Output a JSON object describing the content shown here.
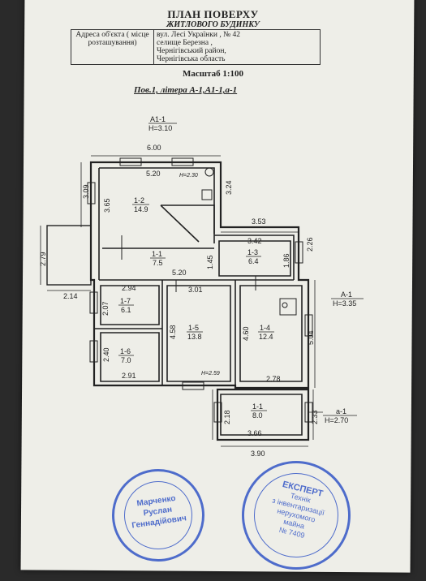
{
  "header": {
    "title": "ПЛАН ПОВЕРХУ",
    "subtitle": "ЖИТЛОВОГО БУДИНКУ",
    "address_label": "Адреса об'єкта ( місце розташування)",
    "address_lines": [
      "вул. Лесі Українки , № 42",
      "селище Березна ,",
      "Чернігівський район,",
      "Чернігівська область"
    ],
    "scale": "Масштаб 1:100",
    "floor": "Пов.1,  літера А-1,А1-1,а-1"
  },
  "plan": {
    "labels": {
      "a1_top": "А1-1",
      "a1_top_h": "Н=3.10",
      "a_right": "А-1",
      "a_right_h": "Н=3.35",
      "a_small": "а-1",
      "a_small_h": "Н=2.70"
    },
    "dimensions": {
      "top": "6.00",
      "left_upper": "3.09",
      "left_inner": "3.65",
      "inner_520a": "5.20",
      "h230": "Н=2.30",
      "right_324": "3.24",
      "right_353": "3.53",
      "r342": "3.42",
      "r226": "2.26",
      "r186": "1.86",
      "r145": "1.45",
      "inner_520b": "5.20",
      "porch_279": "2.79",
      "porch_214": "2.14",
      "d294": "2.94",
      "d301": "3.01",
      "d207": "2.07",
      "d458": "4.58",
      "d460": "4.60",
      "d504": "5.04",
      "d240": "2.40",
      "d291": "2.91",
      "h259": "Н=2.59",
      "d278": "2.78",
      "d218": "2.18",
      "d233": "2.33",
      "d366": "3.66",
      "d390": "3.90"
    },
    "rooms": [
      {
        "id": "1-2",
        "area": "14.9"
      },
      {
        "id": "1-1",
        "area": "7.5"
      },
      {
        "id": "1-3",
        "area": "6.4"
      },
      {
        "id": "1-7",
        "area": "6.1"
      },
      {
        "id": "1-5",
        "area": "13.8"
      },
      {
        "id": "1-4",
        "area": "12.4"
      },
      {
        "id": "1-6",
        "area": "7.0"
      },
      {
        "id": "1-1",
        "area": "8.0"
      }
    ]
  },
  "stamps": {
    "left": {
      "name1": "Марченко",
      "name2": "Руслан",
      "name3": "Геннадійович"
    },
    "right": {
      "line1": "ЕКСПЕРТ",
      "line2": "Технік",
      "line3": "з інвентаризації",
      "line4": "нерухомого",
      "line5": "майна",
      "line6": "№ 7409"
    }
  }
}
